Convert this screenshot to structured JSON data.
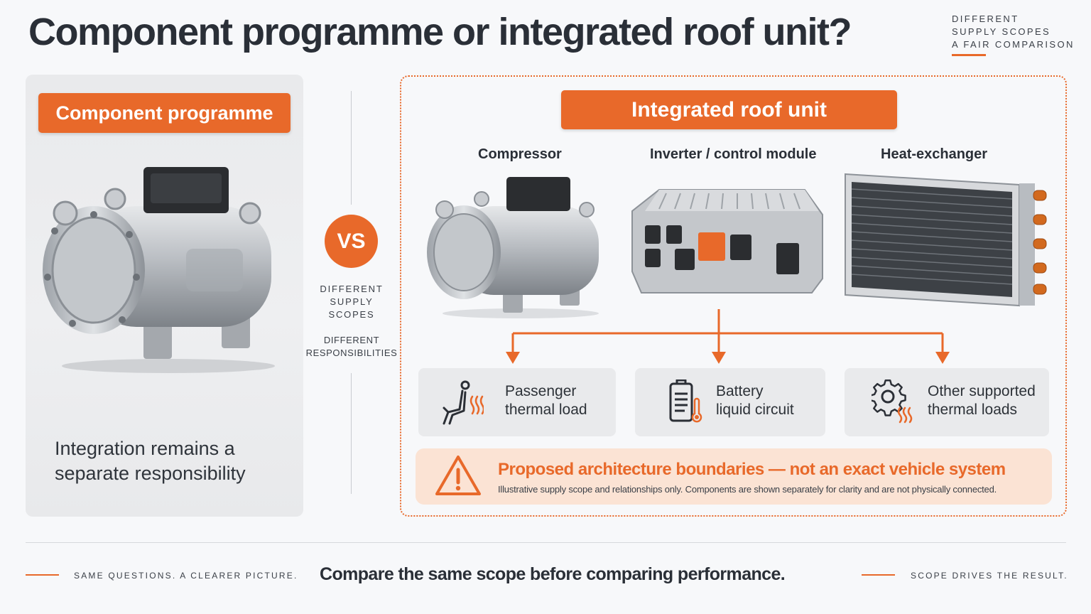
{
  "title": "Component programme or integrated roof unit?",
  "top_tag": [
    "DIFFERENT",
    "SUPPLY SCOPES",
    "A FAIR COMPARISON"
  ],
  "left": {
    "pill": "Component programme",
    "caption_line1": "Integration remains a",
    "caption_line2": "separate responsibility"
  },
  "middle": {
    "vs": "VS",
    "scope_lines": [
      "DIFFERENT",
      "SUPPLY",
      "SCOPES"
    ],
    "resp_lines": [
      "DIFFERENT",
      "RESPONSIBILITIES"
    ]
  },
  "right": {
    "pill": "Integrated roof unit",
    "components": [
      "Compressor",
      "Inverter / control module",
      "Heat-exchanger"
    ],
    "loads": [
      {
        "line1": "Passenger",
        "line2": "thermal load",
        "icon": "seat-heat-icon"
      },
      {
        "line1": "Battery",
        "line2": "liquid circuit",
        "icon": "battery-temperature-icon"
      },
      {
        "line1": "Other supported",
        "line2": "thermal loads",
        "icon": "gear-heat-icon"
      }
    ],
    "warning_title": "Proposed architecture boundaries — not an exact vehicle system",
    "warning_sub": "Illustrative supply scope and relationships only. Components are shown separately for clarity and are not physically connected."
  },
  "footer": {
    "left": "SAME QUESTIONS. A CLEARER PICTURE.",
    "center": "Compare the same scope before comparing performance.",
    "right": "SCOPE DRIVES THE RESULT."
  },
  "colors": {
    "accent": "#e8692a",
    "text": "#2a2f37",
    "panel": "#e9eaec",
    "warning_bg": "#fbe3d4"
  }
}
